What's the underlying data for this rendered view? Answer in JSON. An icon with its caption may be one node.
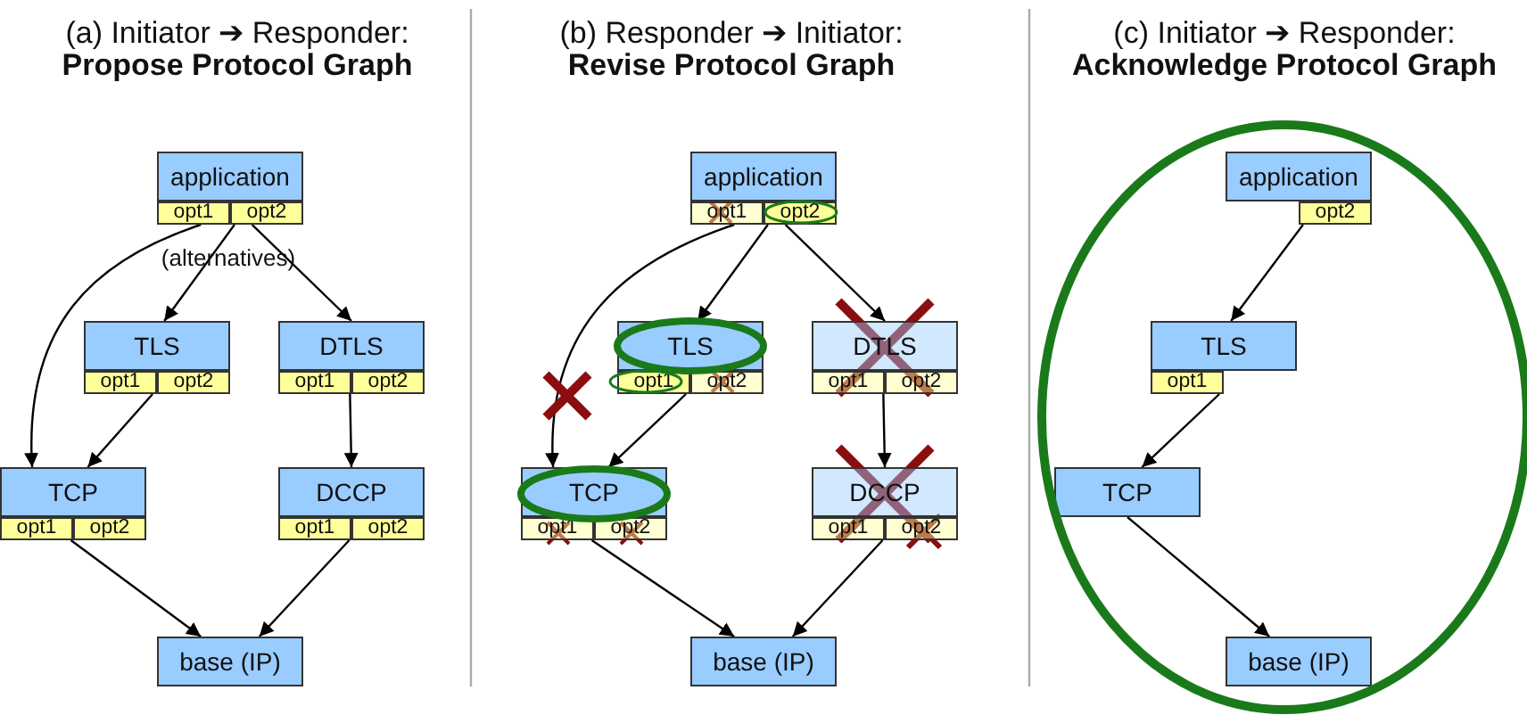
{
  "diagram": {
    "nodes": [
      {
        "text": [
          "application"
        ]
      },
      {
        "text": [
          "opt1"
        ]
      },
      {
        "text": [
          "opt2"
        ]
      },
      {
        "text": [
          "TLS"
        ]
      },
      {
        "text": [
          "opt1"
        ]
      },
      {
        "text": [
          "opt2"
        ]
      },
      {
        "text": [
          "DTLS"
        ]
      },
      {
        "text": [
          "opt1"
        ]
      },
      {
        "text": [
          "opt2"
        ]
      },
      {
        "text": [
          "TCP"
        ]
      },
      {
        "text": [
          "opt1"
        ]
      },
      {
        "text": [
          "opt2"
        ]
      },
      {
        "text": [
          "DCCP"
        ]
      },
      {
        "text": [
          "opt1"
        ]
      },
      {
        "text": [
          "opt2"
        ]
      },
      {
        "text": [
          "base (IP)"
        ]
      },
      {
        "text": [
          "application"
        ]
      },
      {
        "text": [
          "opt1"
        ]
      },
      {
        "text": [
          "opt2"
        ]
      },
      {
        "text": [
          "TLS"
        ]
      },
      {
        "text": [
          "opt1"
        ]
      },
      {
        "text": [
          "opt2"
        ]
      },
      {
        "text": [
          "DTLS"
        ]
      },
      {
        "text": [
          "opt1"
        ]
      },
      {
        "text": [
          "opt2"
        ]
      },
      {
        "text": [
          "TCP"
        ]
      },
      {
        "text": [
          "opt1"
        ]
      },
      {
        "text": [
          "opt2"
        ]
      },
      {
        "text": [
          "DCCP"
        ]
      },
      {
        "text": [
          "opt1"
        ]
      },
      {
        "text": [
          "opt2"
        ]
      },
      {
        "text": [
          "base (IP)"
        ]
      },
      {
        "text": [
          "application"
        ]
      },
      {
        "text": [
          "opt2"
        ]
      },
      {
        "text": [
          "TLS"
        ]
      },
      {
        "text": [
          "opt1"
        ]
      },
      {
        "text": [
          "TCP"
        ]
      },
      {
        "text": [
          "base (IP)"
        ]
      }
    ],
    "edges": [
      {
        "from": 1,
        "to": 9,
        "arrow": "to"
      },
      {
        "from": 2,
        "to": 3,
        "arrow": "to"
      },
      {
        "from": 2,
        "to": 6,
        "arrow": "to"
      },
      {
        "from": 4,
        "to": 9,
        "arrow": "to"
      },
      {
        "from": 7,
        "to": 12,
        "arrow": "to"
      },
      {
        "from": 10,
        "to": 15,
        "arrow": "to"
      },
      {
        "from": 13,
        "to": 15,
        "arrow": "to"
      },
      {
        "from": 17,
        "to": 25,
        "arrow": "to"
      },
      {
        "from": 18,
        "to": 19,
        "arrow": "to"
      },
      {
        "from": 18,
        "to": 22,
        "arrow": "to"
      },
      {
        "from": 20,
        "to": 25,
        "arrow": "to"
      },
      {
        "from": 23,
        "to": 28,
        "arrow": "to"
      },
      {
        "from": 26,
        "to": 31,
        "arrow": "to"
      },
      {
        "from": 29,
        "to": 31,
        "arrow": "to"
      },
      {
        "from": 33,
        "to": 34,
        "arrow": "to"
      },
      {
        "from": 35,
        "to": 36,
        "arrow": "to"
      },
      {
        "from": 36,
        "to": 37,
        "arrow": "to"
      }
    ],
    "labels": [
      "(a) Initiator ➔ Responder:",
      "Propose Protocol Graph",
      "(b) Responder ➔ Initiator:",
      "Revise Protocol Graph",
      "(c) Initiator ➔ Responder:",
      "Acknowledge Protocol Graph",
      "(alternatives)"
    ]
  }
}
